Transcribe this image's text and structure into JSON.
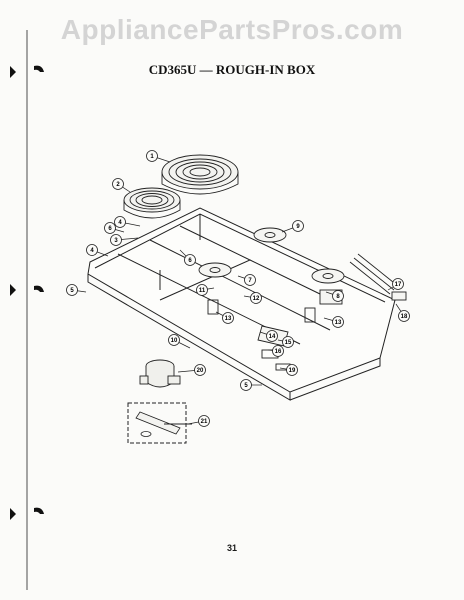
{
  "watermark": "AppliancePartsPros.com",
  "title": "CD365U — ROUGH-IN BOX",
  "page_number": "31",
  "callouts": [
    "1",
    "2",
    "3",
    "4",
    "4",
    "5",
    "5",
    "6",
    "6",
    "7",
    "8",
    "9",
    "10",
    "11",
    "12",
    "13",
    "13",
    "14",
    "15",
    "16",
    "17",
    "18",
    "19",
    "20",
    "21"
  ]
}
